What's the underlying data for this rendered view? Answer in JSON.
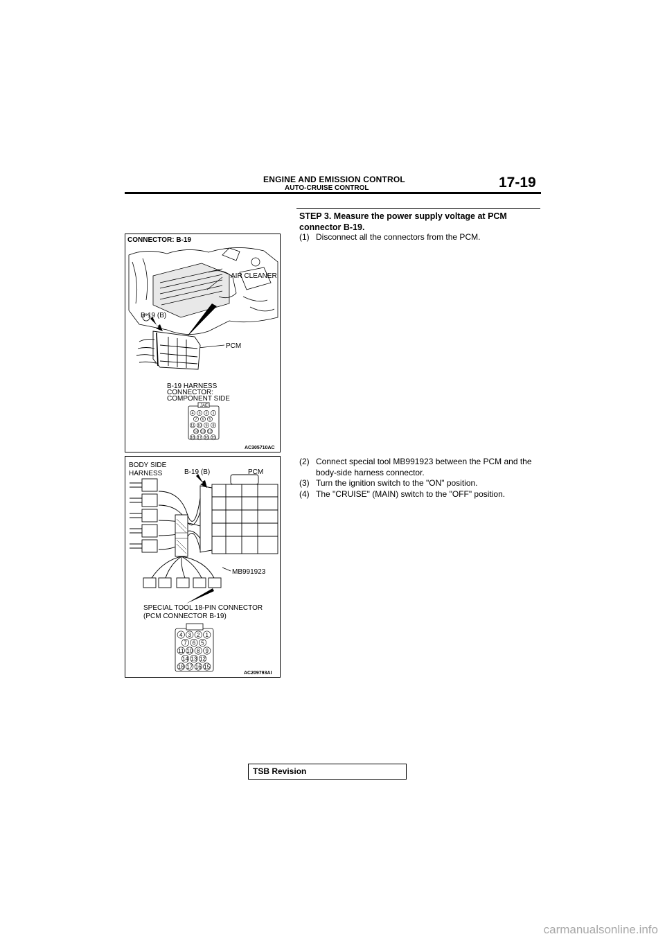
{
  "header": {
    "title": "ENGINE AND EMISSION CONTROL",
    "subtitle": "AUTO-CRUISE CONTROL",
    "page": "17-19"
  },
  "step": {
    "title": "STEP 3. Measure the power supply voltage at PCM connector B-19.",
    "items": [
      {
        "num": "(1)",
        "text": "Disconnect all the connectors from the PCM."
      }
    ]
  },
  "step_continued": [
    {
      "num": "(2)",
      "text": "Connect special tool MB991923 between the PCM and the",
      "cont": "body-side harness connector."
    },
    {
      "num": "(3)",
      "text": "Turn the ignition switch to the \"ON\" position.",
      "cont": ""
    },
    {
      "num": "(4)",
      "text": "The \"CRUISE\" (MAIN) switch to the \"OFF\" position.",
      "cont": ""
    }
  ],
  "figure1": {
    "label_connector": "CONNECTOR: B-19",
    "label_air_cleaner": "AIR CLEANER",
    "label_b19": "B-19 (B)",
    "label_pcm": "PCM",
    "label_harness_1": "B-19 HARNESS",
    "label_harness_2": "CONNECTOR:",
    "label_harness_3": "COMPONENT SIDE",
    "label_jae": "JAE",
    "code": "AC305710AC",
    "pins": [
      [
        "4",
        "3",
        "2",
        "1"
      ],
      [
        "7",
        "6",
        "5"
      ],
      [
        "11",
        "10",
        "9",
        "8"
      ],
      [
        "14",
        "13",
        "12"
      ],
      [
        "18",
        "17",
        "16",
        "15"
      ]
    ]
  },
  "figure2": {
    "label_body_1": "BODY SIDE",
    "label_body_2": "HARNESS",
    "label_b19": "B-19 (B)",
    "label_pcm": "PCM",
    "label_tool": "MB991923",
    "label_special_1": "SPECIAL TOOL 18-PIN CONNECTOR",
    "label_special_2": "(PCM CONNECTOR B-19)",
    "code": "AC209793AI",
    "pins": [
      [
        "4",
        "3",
        "2",
        "1"
      ],
      [
        "7",
        "6",
        "5"
      ],
      [
        "11",
        "10",
        "8",
        "9"
      ],
      [
        "14",
        "13",
        "12"
      ],
      [
        "18",
        "17",
        "16",
        "15"
      ]
    ]
  },
  "footer": {
    "tsb": "TSB Revision"
  },
  "watermark": "carmanualsonline.info"
}
